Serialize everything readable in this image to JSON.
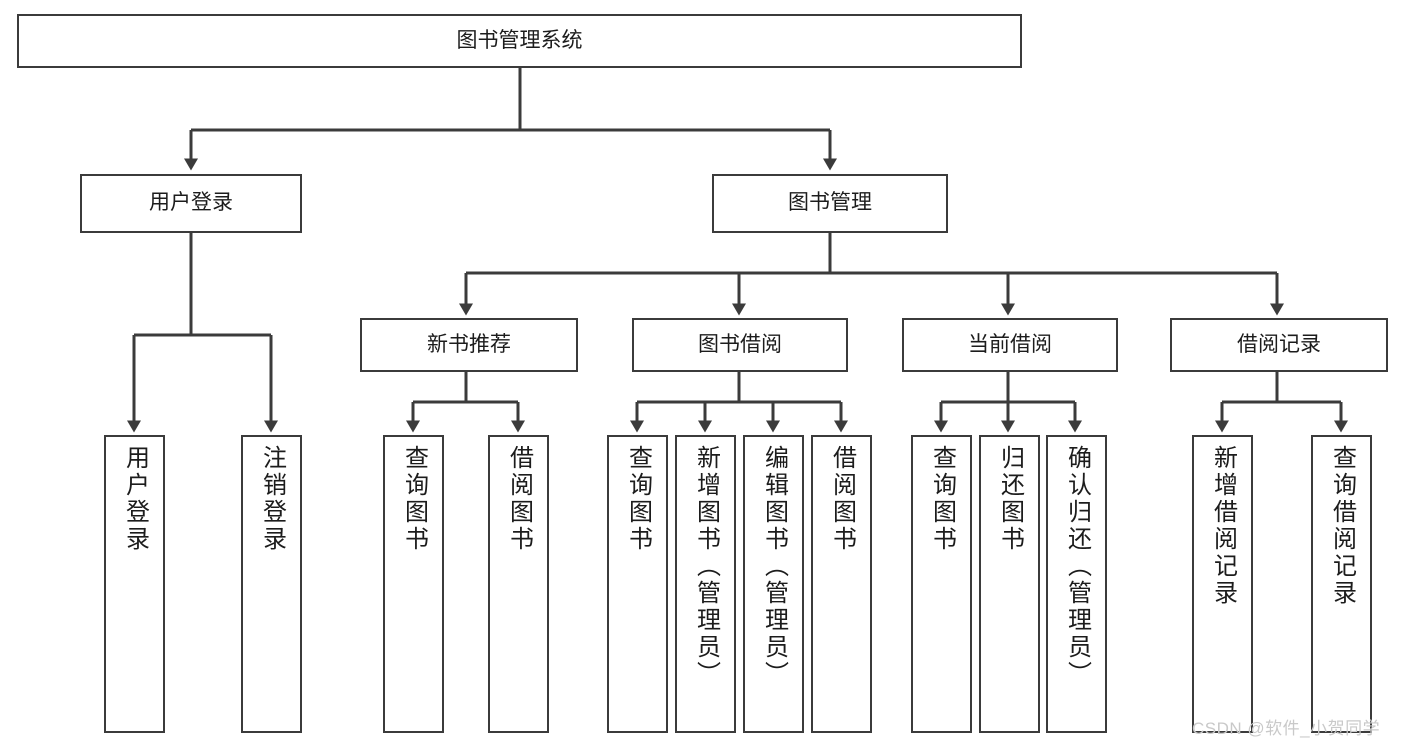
{
  "diagram": {
    "title": "图书管理系统",
    "type": "hierarchy-tree",
    "root": {
      "id": "root",
      "label": "图书管理系统"
    },
    "level2": [
      {
        "id": "user-login",
        "label": "用户登录"
      },
      {
        "id": "book-manage",
        "label": "图书管理"
      }
    ],
    "level3": [
      {
        "id": "new-book-rec",
        "label": "新书推荐"
      },
      {
        "id": "book-borrow",
        "label": "图书借阅"
      },
      {
        "id": "current-borrow",
        "label": "当前借阅"
      },
      {
        "id": "borrow-record",
        "label": "借阅记录"
      }
    ],
    "leaves": {
      "user_login": [
        {
          "id": "leaf-user-login",
          "label": "用户登录"
        },
        {
          "id": "leaf-logout-login",
          "label": "注销登录"
        }
      ],
      "new_book_rec": [
        {
          "id": "leaf-query-book-1",
          "label": "查询图书"
        },
        {
          "id": "leaf-borrow-book-1",
          "label": "借阅图书"
        }
      ],
      "book_borrow": [
        {
          "id": "leaf-query-book-2",
          "label": "查询图书"
        },
        {
          "id": "leaf-add-book",
          "label": "新增图书（管理员）"
        },
        {
          "id": "leaf-edit-book",
          "label": "编辑图书（管理员）"
        },
        {
          "id": "leaf-borrow-book-2",
          "label": "借阅图书"
        }
      ],
      "current_borrow": [
        {
          "id": "leaf-query-book-3",
          "label": "查询图书"
        },
        {
          "id": "leaf-return-book",
          "label": "归还图书"
        },
        {
          "id": "leaf-confirm-return",
          "label": "确认归还（管理员）"
        }
      ],
      "borrow_record": [
        {
          "id": "leaf-add-record",
          "label": "新增借阅记录"
        },
        {
          "id": "leaf-query-record",
          "label": "查询借阅记录"
        }
      ]
    }
  },
  "watermark": {
    "text": "CSDN @软件_小贺同学"
  },
  "colors": {
    "border": "#3b3b3b",
    "fill": "#ffffff",
    "text": "#1c1c1c",
    "line": "#3b3b3b",
    "watermark": "#c9c9c9"
  }
}
